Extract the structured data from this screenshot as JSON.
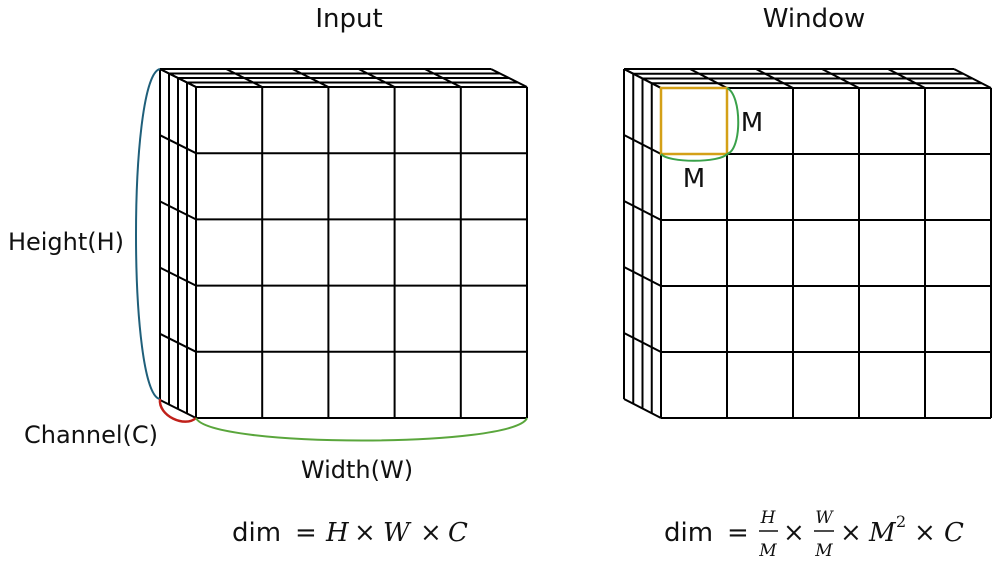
{
  "left_panel": {
    "title": "Input",
    "height_label": "Height(H)",
    "channel_label": "Channel(C)",
    "width_label": "Width(W)",
    "formula": {
      "prefix": "dim",
      "eq": "=",
      "h": "H",
      "w": "W",
      "c": "C",
      "times": "×"
    }
  },
  "right_panel": {
    "title": "Window",
    "window_label_right": "M",
    "window_label_bottom": "M",
    "formula": {
      "prefix": "dim",
      "eq": "=",
      "h": "H",
      "w": "W",
      "m": "M",
      "c": "C",
      "times": "×",
      "sup": "2"
    }
  },
  "grid": {
    "rows": 5,
    "cols": 5,
    "channel_layers": 4
  },
  "colors": {
    "height_brace": "#1f5f7a",
    "channel_brace": "#c0201a",
    "width_brace": "#5aa63c",
    "window_box": "#d4a017",
    "window_brace": "#3aa14a",
    "line": "#000000"
  }
}
